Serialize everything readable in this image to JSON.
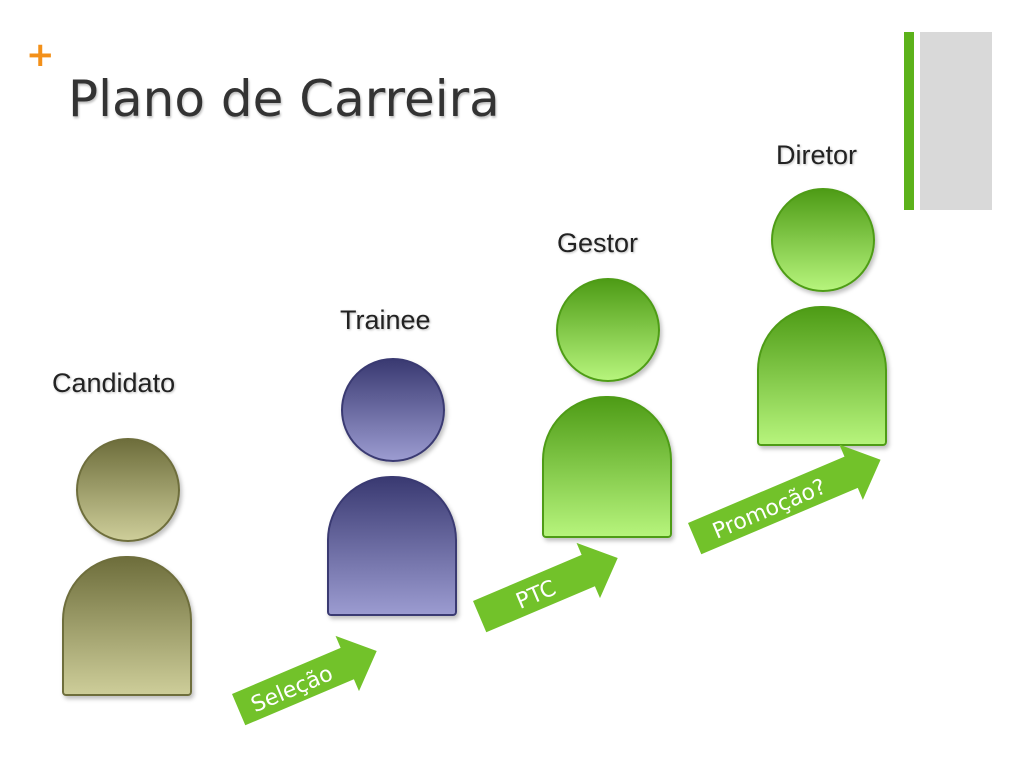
{
  "slide": {
    "title": "Plano de Carreira",
    "plus_symbol": "+"
  },
  "roles": [
    {
      "label": "Candidato"
    },
    {
      "label": "Trainee"
    },
    {
      "label": "Gestor"
    },
    {
      "label": "Diretor"
    }
  ],
  "transitions": [
    {
      "label": "Seleção"
    },
    {
      "label": "PTC"
    },
    {
      "label": "Promoção?"
    }
  ],
  "colors": {
    "accent_orange": "#f39019",
    "accent_green": "#5cb21a",
    "deco_grey": "#d9d9d9",
    "arrow_green": "#72c22a",
    "candidato_top": "#6e6e3c",
    "candidato_bottom": "#cdcd99",
    "trainee_top": "#3a3a72",
    "trainee_bottom": "#9b9bd0",
    "green_top": "#4e9c16",
    "green_bottom": "#b6f47c"
  }
}
